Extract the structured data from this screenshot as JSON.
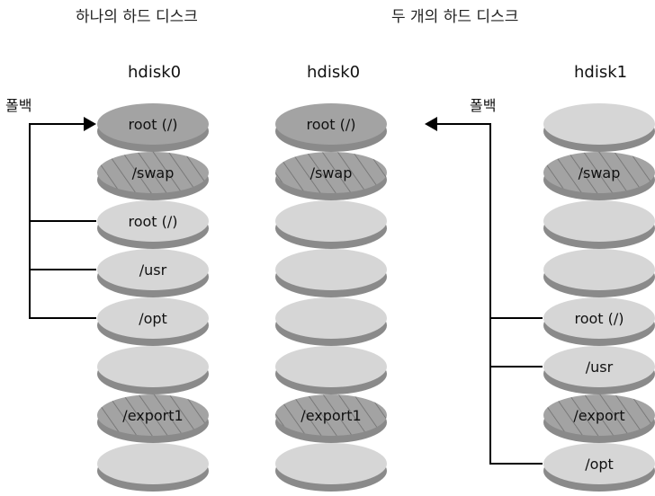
{
  "sections": {
    "one_disk": "하나의 하드 디스크",
    "two_disks": "두 개의 하드 디스크"
  },
  "colors": {
    "disk_dark": "#a3a3a3",
    "disk_light": "#d6d6d6",
    "disk_edge": "#8a8a8a",
    "line": "#000000"
  },
  "stacks": [
    {
      "name": "hdisk0-single",
      "title": "hdisk0",
      "slices": [
        {
          "label": "root (/)",
          "style": "dark"
        },
        {
          "label": "/swap",
          "style": "hatched"
        },
        {
          "label": "root (/)",
          "style": "light"
        },
        {
          "label": "/usr",
          "style": "light"
        },
        {
          "label": "/opt",
          "style": "light"
        },
        {
          "label": "",
          "style": "light"
        },
        {
          "label": "/export1",
          "style": "hatched"
        },
        {
          "label": "",
          "style": "light"
        }
      ]
    },
    {
      "name": "hdisk0-dual",
      "title": "hdisk0",
      "slices": [
        {
          "label": "root (/)",
          "style": "dark"
        },
        {
          "label": "/swap",
          "style": "hatched"
        },
        {
          "label": "",
          "style": "light"
        },
        {
          "label": "",
          "style": "light"
        },
        {
          "label": "",
          "style": "light"
        },
        {
          "label": "",
          "style": "light"
        },
        {
          "label": "/export1",
          "style": "hatched"
        },
        {
          "label": "",
          "style": "light"
        }
      ]
    },
    {
      "name": "hdisk1-dual",
      "title": "hdisk1",
      "slices": [
        {
          "label": "",
          "style": "light"
        },
        {
          "label": "/swap",
          "style": "hatched"
        },
        {
          "label": "",
          "style": "light"
        },
        {
          "label": "",
          "style": "light"
        },
        {
          "label": "root (/)",
          "style": "light"
        },
        {
          "label": "/usr",
          "style": "light"
        },
        {
          "label": "/export",
          "style": "hatched"
        },
        {
          "label": "/opt",
          "style": "light"
        }
      ]
    }
  ],
  "fallback_labels": {
    "left": "폴백",
    "right": "폴백"
  }
}
